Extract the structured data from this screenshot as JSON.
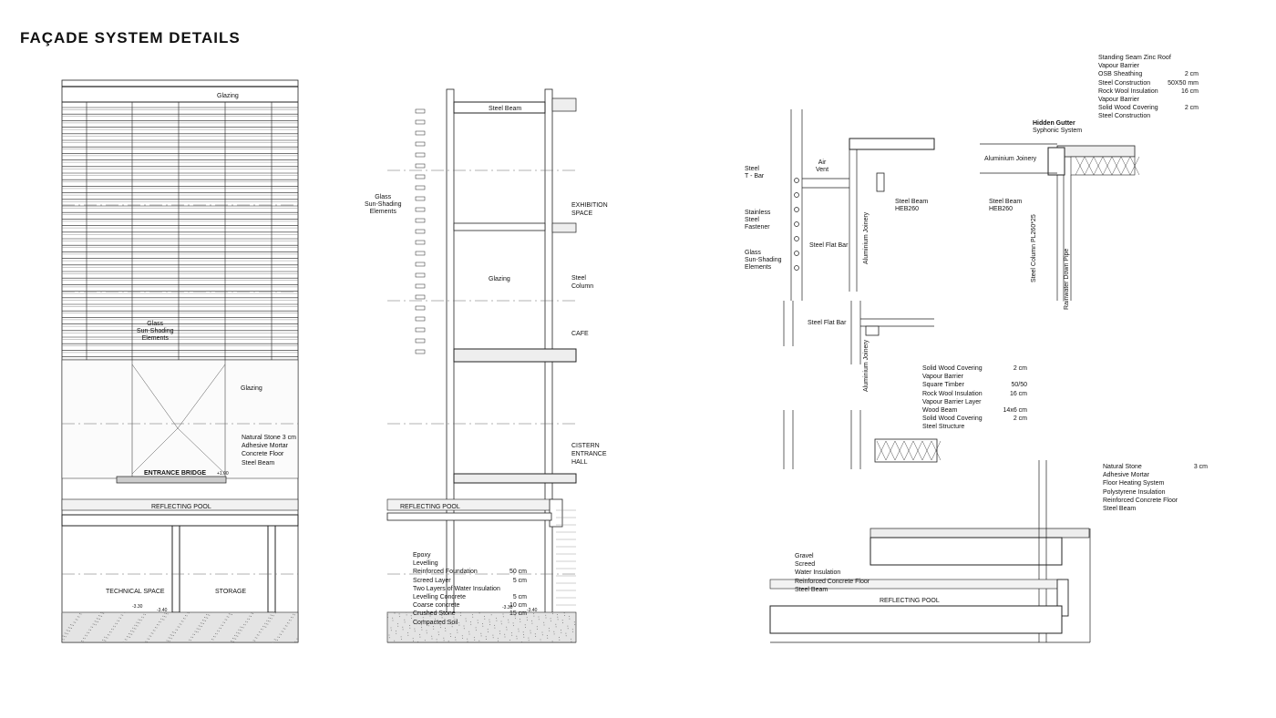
{
  "title": "FAÇADE SYSTEM DETAILS",
  "elevation": {
    "glazing_top": "Glazing",
    "louvers": "Glass\nSun-Shading\nElements",
    "glazing": "Glazing",
    "layers": [
      "Natural Stone  3 cm",
      "Adhesive Mortar",
      "Concrete Floor",
      "Steel Beam"
    ],
    "bridge": "ENTRANCE BRIDGE",
    "bridge_level": "+1.00",
    "pool": "REFLECTING POOL",
    "rooms": [
      "TECHNICAL SPACE",
      "STORAGE"
    ],
    "levels": [
      "-3.30",
      "-3.40"
    ]
  },
  "section": {
    "steel_beam": "Steel Beam",
    "louvers": "Glass\nSun-Shading\nElements",
    "glazing": "Glazing",
    "spaces": [
      "EXHIBITION\nSPACE",
      "Steel\nColumn",
      "CAFE",
      "CISTERN\nENTRANCE\nHALL"
    ],
    "pool": "REFLECTING POOL",
    "foundation": [
      [
        "Epoxy",
        ""
      ],
      [
        "Levelling",
        ""
      ],
      [
        "Reinforced Foundation",
        "50 cm"
      ],
      [
        "Screed Layer",
        "5 cm"
      ],
      [
        "Two Layers of Water Insulation",
        ""
      ],
      [
        "Levelling Concrete",
        "5 cm"
      ],
      [
        "Coarse concrete",
        "10 cm"
      ],
      [
        "Crushed Stone",
        "15 cm"
      ],
      [
        "Compacted Soil",
        ""
      ]
    ],
    "levels": [
      "-3.30",
      "-3.40"
    ]
  },
  "details": {
    "roof": [
      [
        "Standing Seam Zinc Roof",
        ""
      ],
      [
        "Vapour Barrier",
        ""
      ],
      [
        "OSB Sheathing",
        "2 cm"
      ],
      [
        "Steel Construction",
        "50X50 mm"
      ],
      [
        "Rock Wool Insulation",
        "16 cm"
      ],
      [
        "Vapour Barrier",
        ""
      ],
      [
        "Solid Wood Covering",
        "2 cm"
      ],
      [
        "Steel Construction",
        ""
      ]
    ],
    "gutter": "Hidden Gutter",
    "gutter_sub": "Syphonic System",
    "aluminium_joinery": "Aluminium Joinery",
    "steel_beam_a": "Steel Beam\nHEB260",
    "steel_beam_b": "Steel Beam\nHEB260",
    "steel_column": "Steel Column  PL260*25",
    "downpipe": "Rainwater Down Pipe",
    "air_vent": "Air\nVent",
    "t_bar": "Steel\nT - Bar",
    "fastener": "Stainless\nSteel\nFastener",
    "flat_bar": "Steel Flat Bar",
    "louvers": "Glass\nSun-Shading\nElements",
    "joinery_vert": "Aluminium Joinery",
    "joinery_vert2": "Aluminium Joinery",
    "flat_bar2": "Steel Flat Bar",
    "floor": [
      [
        "Solid Wood Covering",
        "2 cm"
      ],
      [
        "Vapour Barrier",
        ""
      ],
      [
        "Square Timber",
        "50/50"
      ],
      [
        "Rock Wool Insulation",
        "16 cm"
      ],
      [
        "Vapour Barrier Layer",
        ""
      ],
      [
        "Wood Beam",
        "14x6 cm"
      ],
      [
        "Solid Wood Covering",
        "2 cm"
      ],
      [
        "Steel Structure",
        ""
      ]
    ],
    "ground": [
      [
        "Natural Stone",
        "3 cm"
      ],
      [
        "Adhesive Mortar",
        ""
      ],
      [
        "Floor Heating System",
        ""
      ],
      [
        "Polystyrene Insulation",
        ""
      ],
      [
        "Reinforced Concrete Floor",
        ""
      ],
      [
        "Steel Beam",
        ""
      ]
    ],
    "pool_layers": [
      "Gravel",
      "Screed",
      "Water Insulation",
      "Reinforced Concrete Floor",
      "Steel Beam"
    ],
    "pool": "REFLECTING POOL"
  }
}
